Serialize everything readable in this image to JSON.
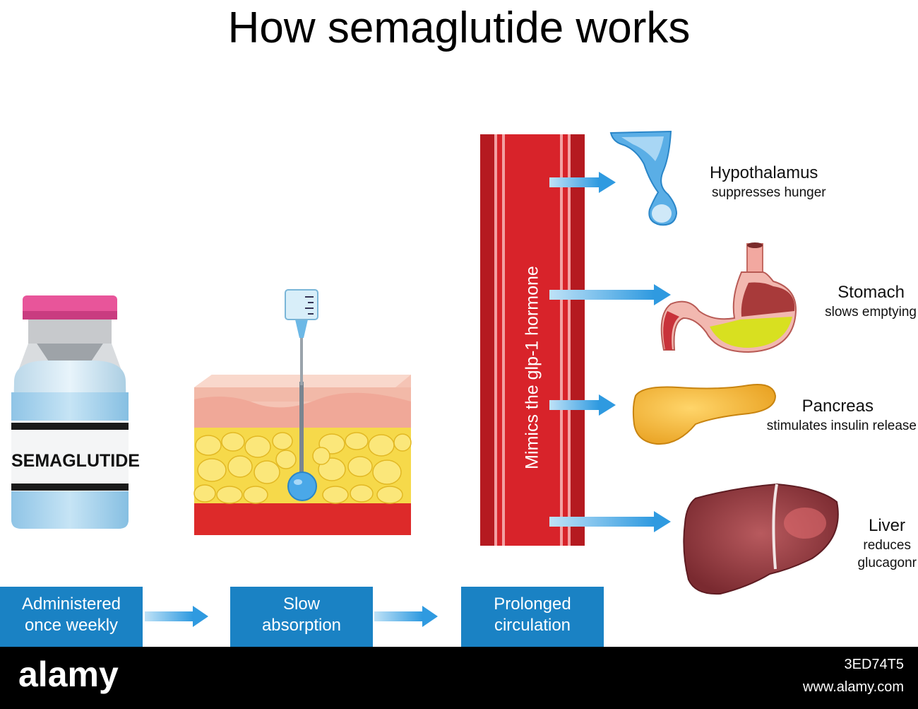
{
  "title": "How semaglutide works",
  "vial_label": "SEMAGLUTIDE",
  "vessel_label": "Mimics the glp-1 hormone",
  "steps": [
    {
      "line1": "Administered",
      "line2": "once weekly"
    },
    {
      "line1": "Slow",
      "line2": "absorption"
    },
    {
      "line1": "Prolonged",
      "line2": "circulation"
    }
  ],
  "organs": [
    {
      "name": "Hypothalamus",
      "effect": "suppresses hunger"
    },
    {
      "name": "Stomach",
      "effect": "slows emptying"
    },
    {
      "name": "Pancreas",
      "effect": "stimulates insulin release"
    },
    {
      "name": "Liver",
      "effect_line1": "reduces",
      "effect_line2": "glucagonr"
    }
  ],
  "footer": {
    "logo": "alamy",
    "image_id": "3ED74T5",
    "url": "www.alamy.com"
  },
  "colors": {
    "step_box": "#1a82c4",
    "arrow": "#3aa0e0",
    "vessel": "#d8232a",
    "fat": "#f7e04a",
    "skin": "#f2b9a8"
  }
}
